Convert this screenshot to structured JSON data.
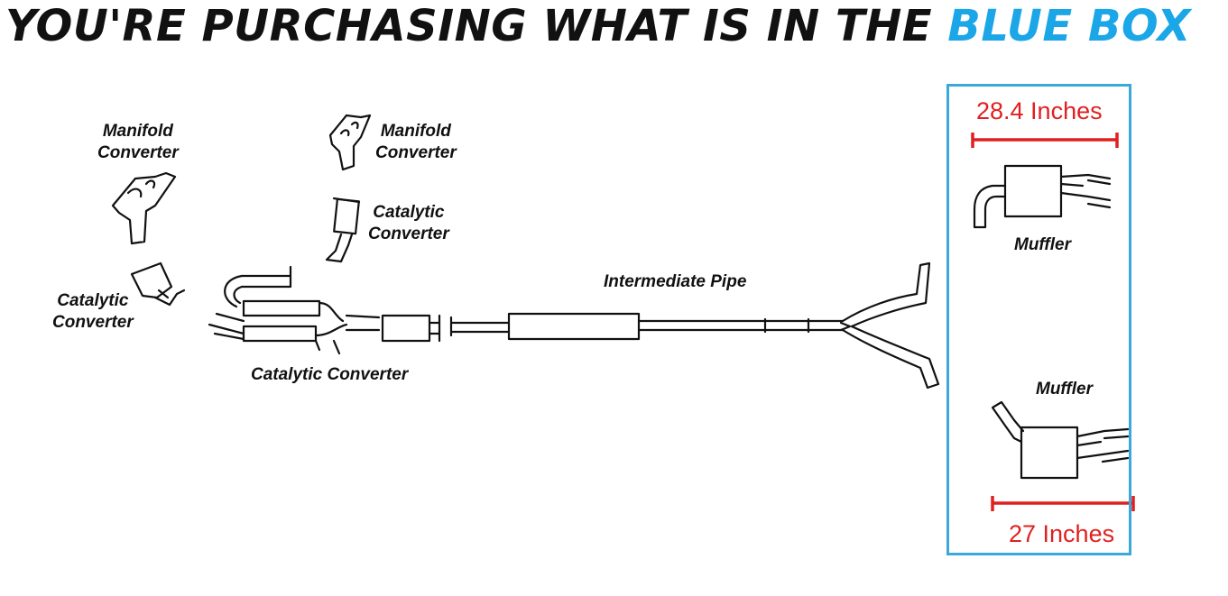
{
  "headline": {
    "main": "YOU'RE PURCHASING WHAT IS IN THE",
    "accent": "BLUE BOX"
  },
  "labels": {
    "manifold_left": [
      "Manifold",
      "Converter"
    ],
    "manifold_mid": [
      "Manifold",
      "Converter"
    ],
    "catalytic_left": [
      "Catalytic",
      "Converter"
    ],
    "catalytic_mid": [
      "Catalytic",
      "Converter"
    ],
    "catalytic_bottom": "Catalytic Converter",
    "intermediate_pipe": "Intermediate Pipe",
    "muffler_top": "Muffler",
    "muffler_bottom": "Muffler"
  },
  "measurements": {
    "top": "28.4 Inches",
    "bottom": "27 Inches"
  },
  "colors": {
    "accent_blue": "#1ba6e8",
    "box_border": "#3aa8d8",
    "dimension_red": "#e02020",
    "line": "#111111"
  }
}
